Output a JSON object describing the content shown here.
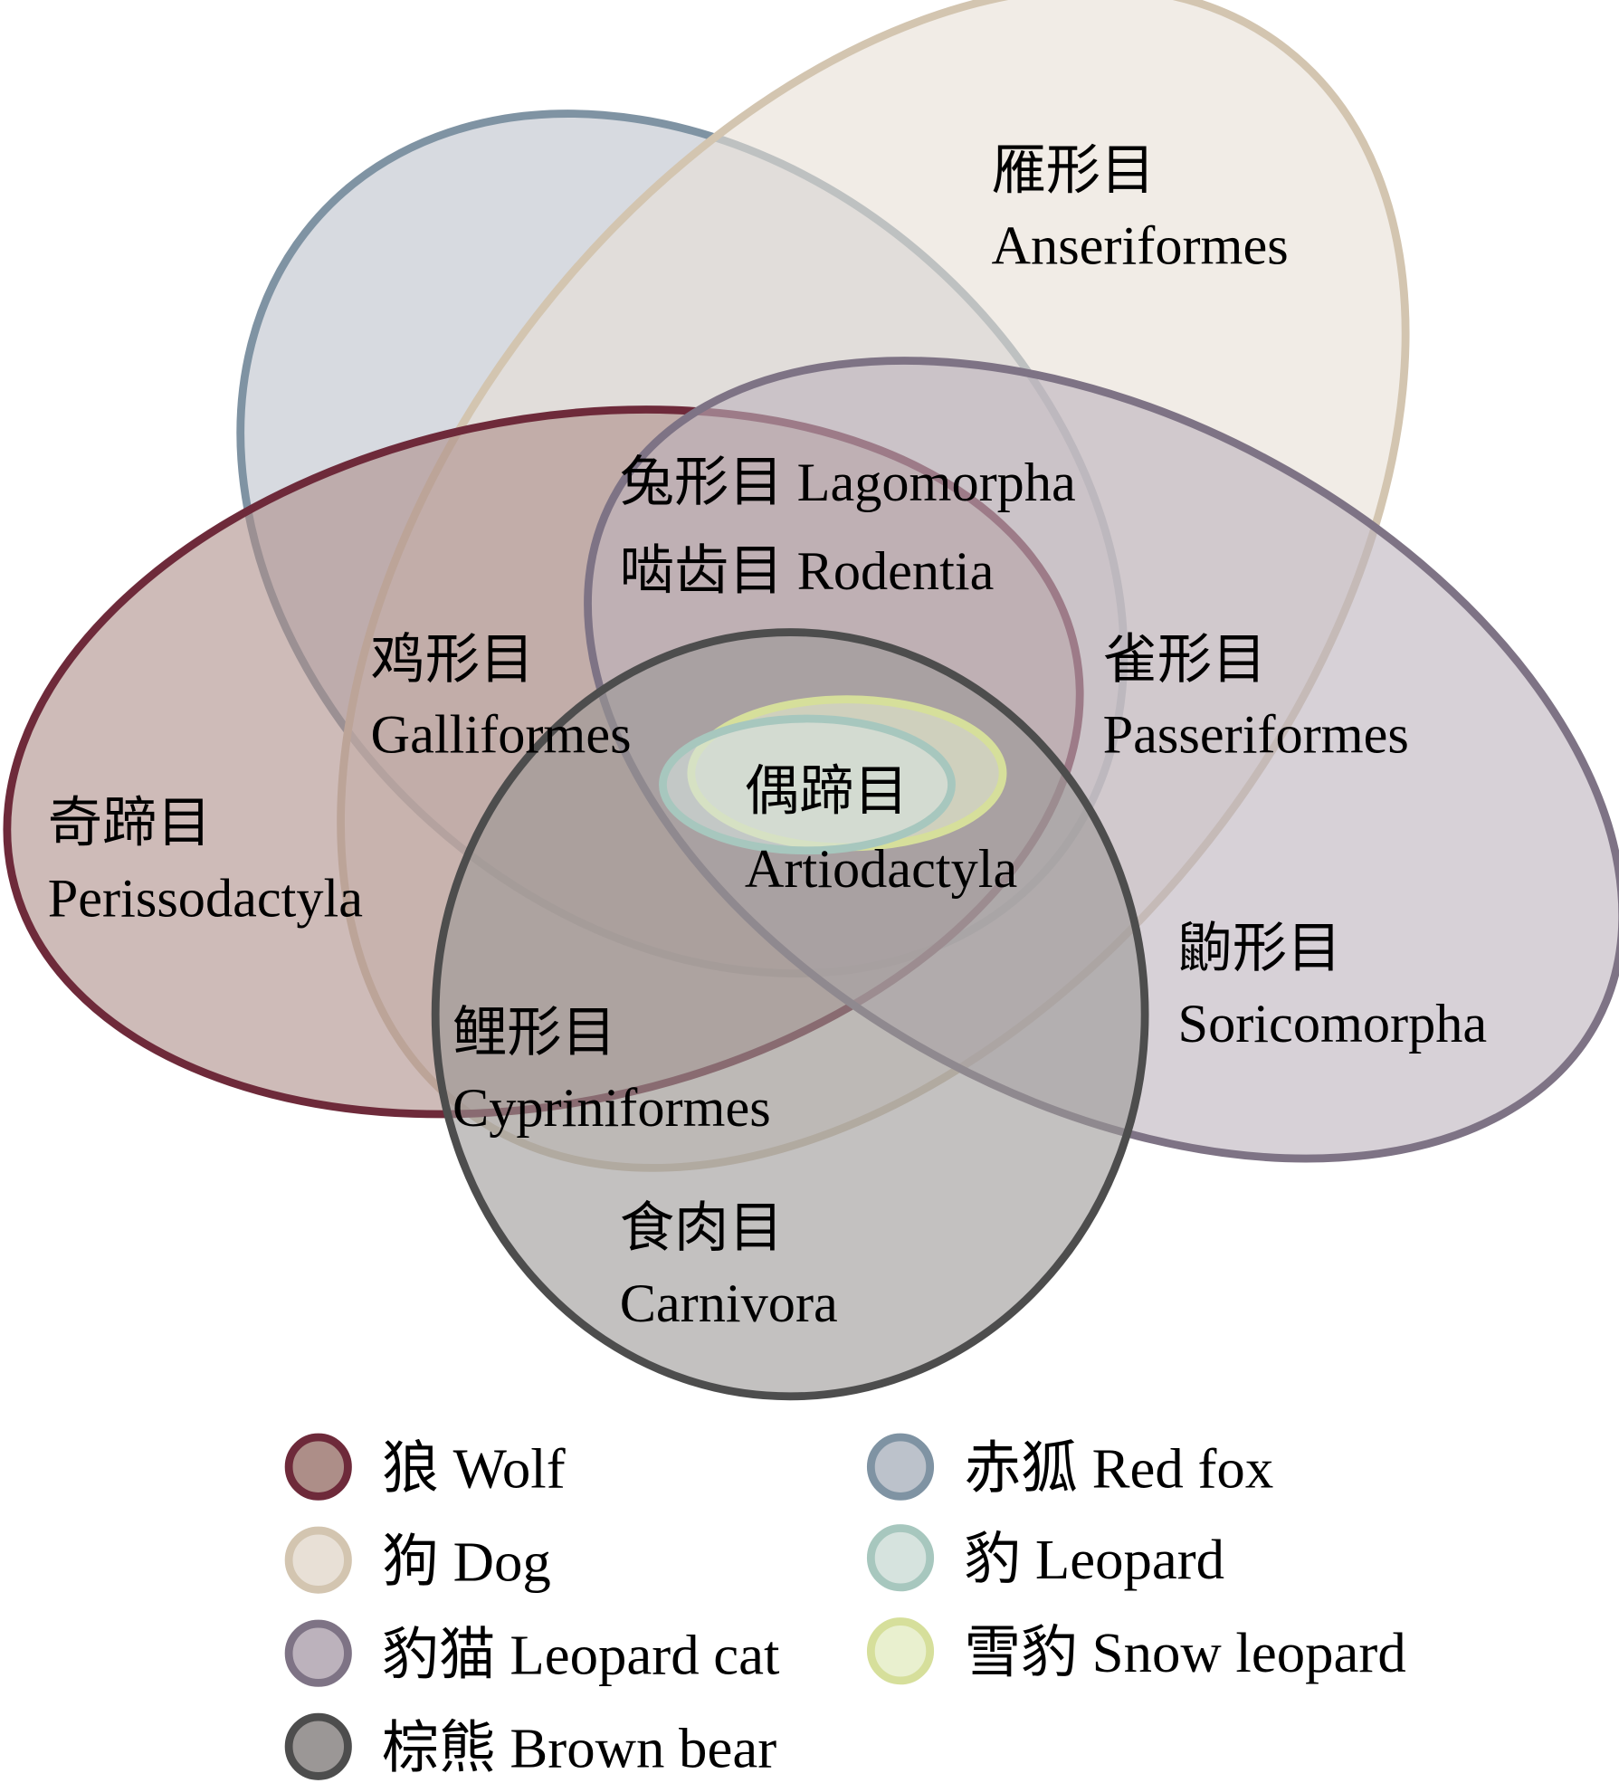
{
  "sets": [
    {
      "name": "狼 Wolf",
      "stroke": "#6e2a3a",
      "fill": "#ad8e88"
    },
    {
      "name": "狗 Dog",
      "stroke": "#d3c5b0",
      "fill": "#e8e0d6"
    },
    {
      "name": "豹猫 Leopard cat",
      "stroke": "#7e7385",
      "fill": "#bcb2bc"
    },
    {
      "name": "棕熊 Brown bear",
      "stroke": "#4d4d4d",
      "fill": "#9b9796"
    },
    {
      "name": "赤狐 Red fox",
      "stroke": "#7f93a3",
      "fill": "#bcc2cb"
    },
    {
      "name": "豹 Leopard",
      "stroke": "#a7c7be",
      "fill": "#d6e3de"
    },
    {
      "name": "雪豹 Snow leopard",
      "stroke": "#d6df9b",
      "fill": "#e9f0cf"
    }
  ],
  "regions": {
    "anseriformes": {
      "zh": "雁形目",
      "en": "Anseriformes"
    },
    "lagomorpha": "兔形目 Lagomorpha",
    "rodentia": "啮齿目 Rodentia",
    "galliformes": {
      "zh": "鸡形目",
      "en": "Galliformes"
    },
    "passeriformes": {
      "zh": "雀形目",
      "en": "Passeriformes"
    },
    "perissodactyla": {
      "zh": "奇蹄目",
      "en": "Perissodactyla"
    },
    "artiodactyla": {
      "zh": "偶蹄目",
      "en": "Artiodactyla"
    },
    "soricomorpha": {
      "zh": "鼩形目",
      "en": "Soricomorpha"
    },
    "cypriniformes": {
      "zh": "鲤形目",
      "en": "Cypriniformes"
    },
    "carnivora": {
      "zh": "食肉目",
      "en": "Carnivora"
    }
  }
}
